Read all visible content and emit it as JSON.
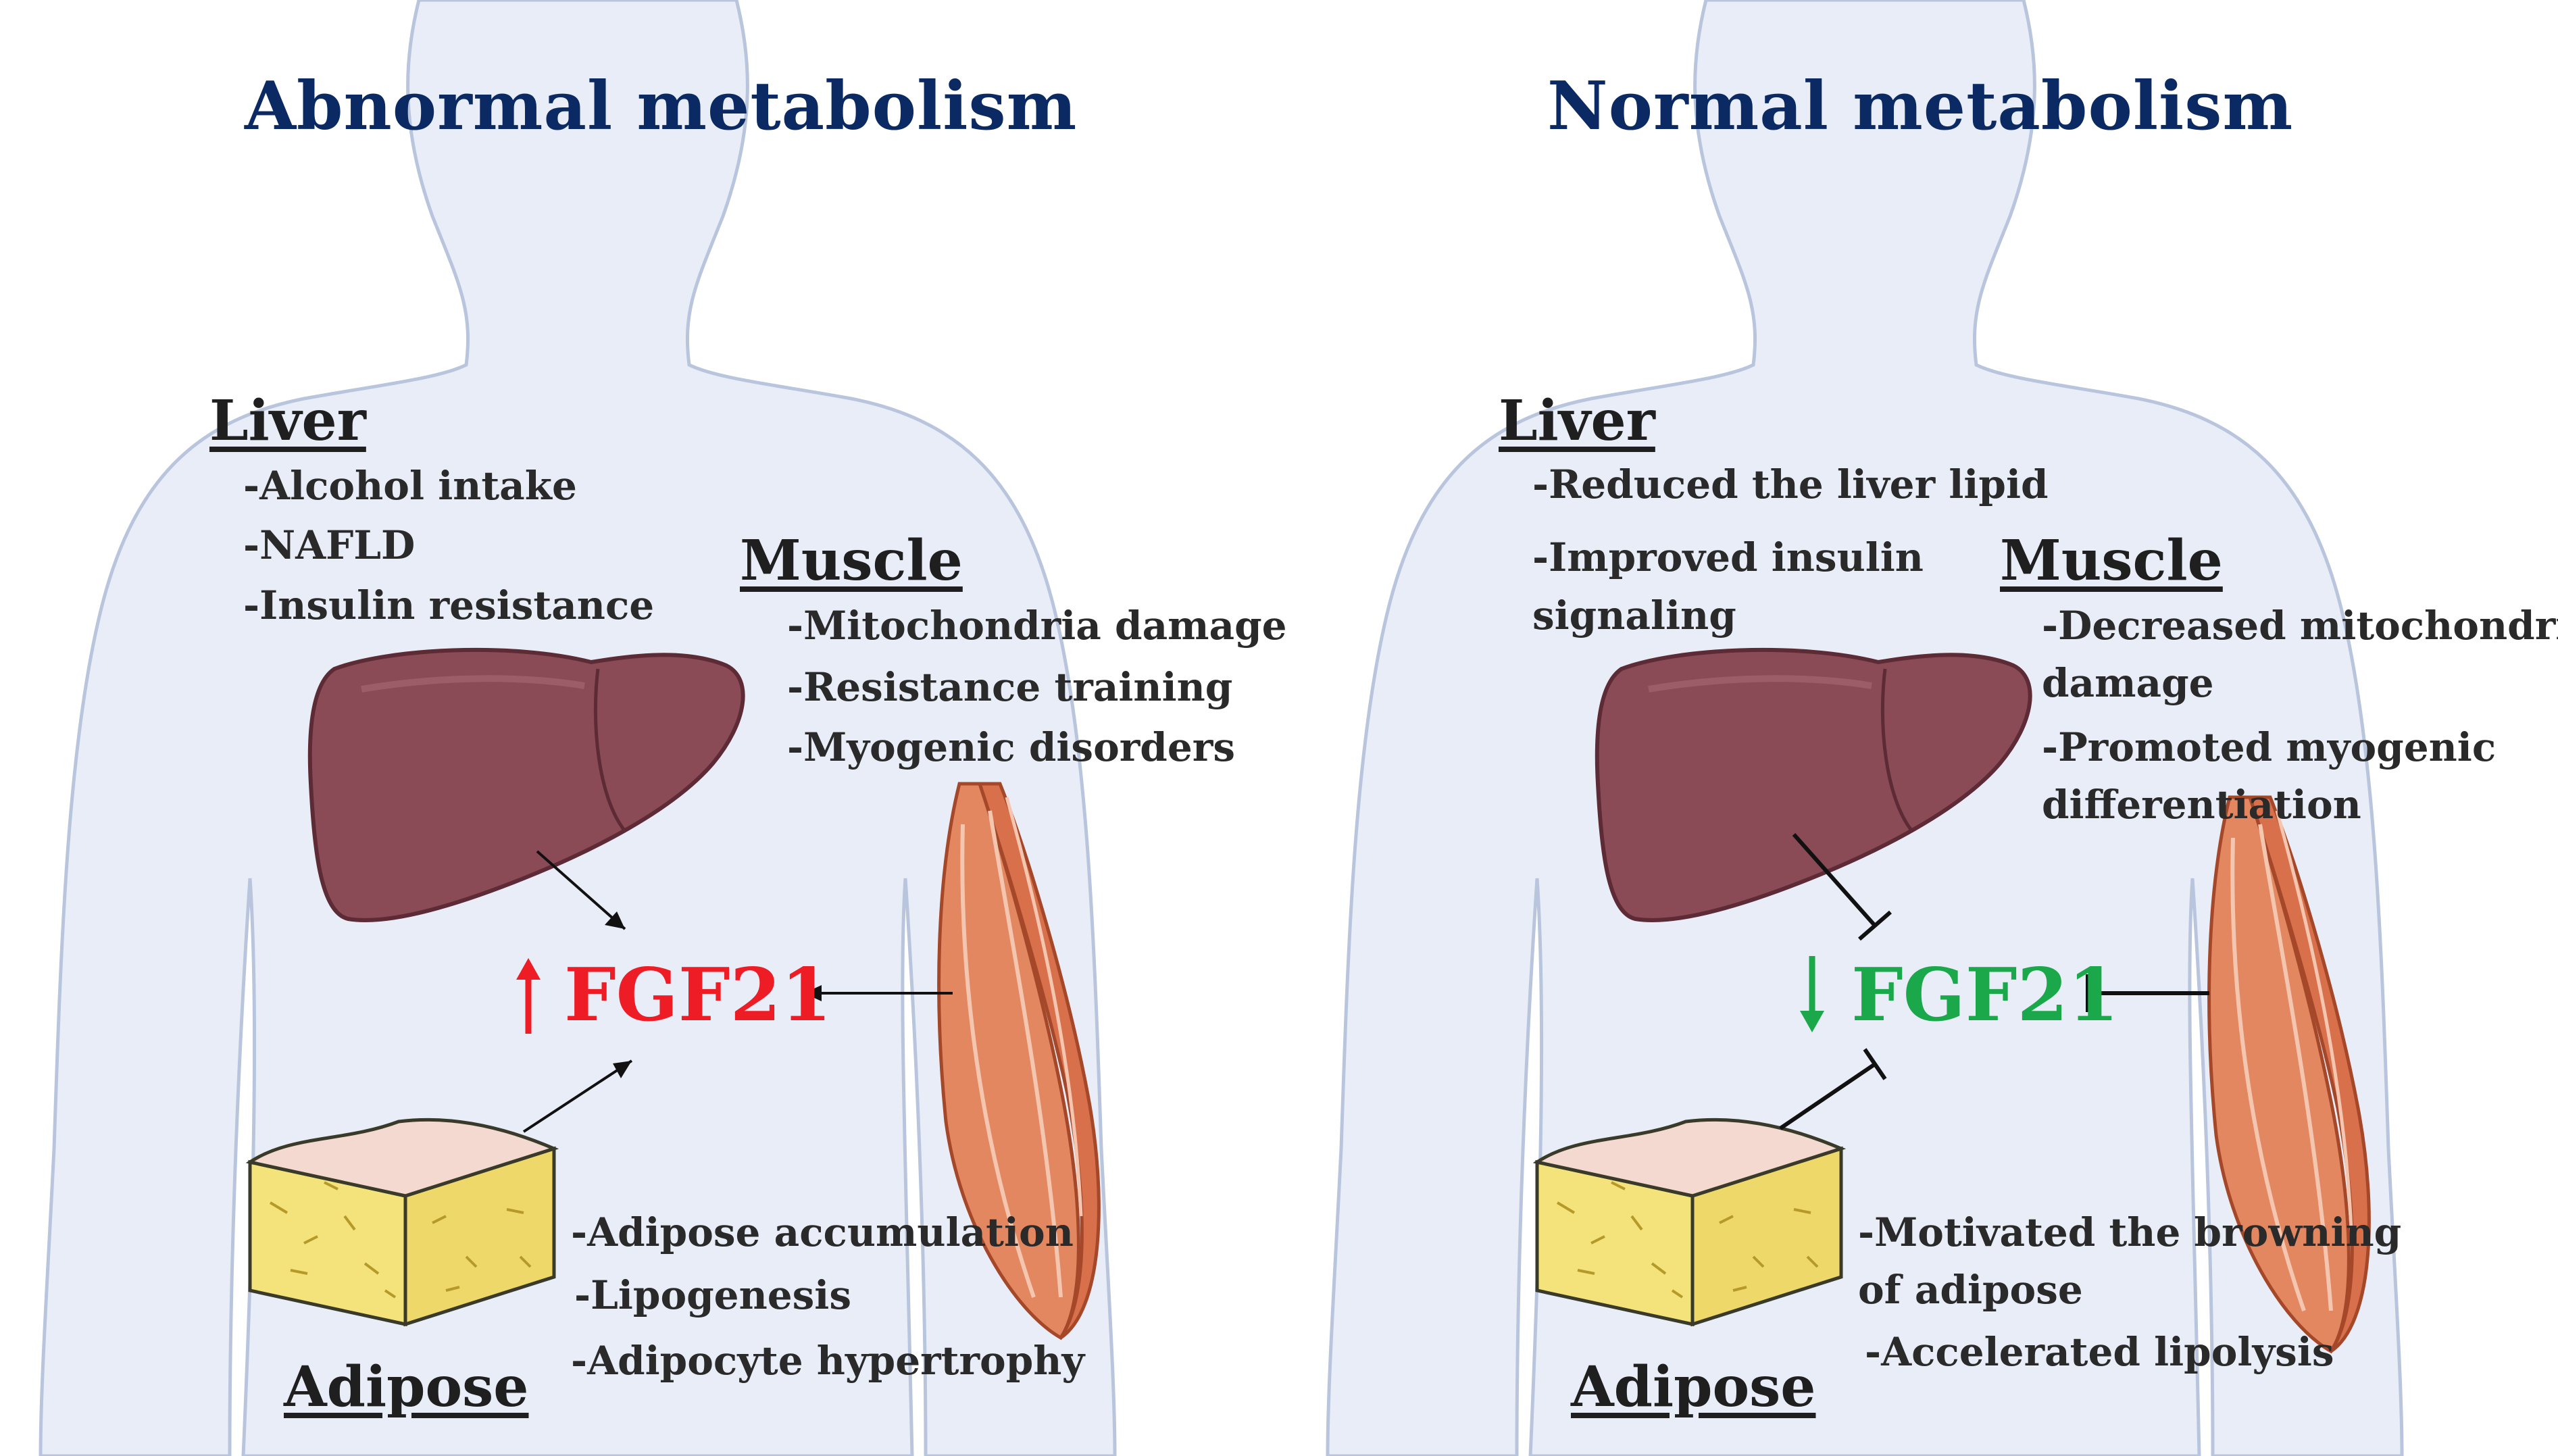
{
  "panels": {
    "abnormal": {
      "title": "Abnormal metabolism",
      "liver": {
        "heading": "Liver",
        "items": [
          "-Alcohol intake",
          "-NAFLD",
          "-Insulin resistance"
        ]
      },
      "muscle": {
        "heading": "Muscle",
        "items": [
          "-Mitochondria damage",
          "-Resistance training",
          "-Myogenic disorders"
        ]
      },
      "adipose": {
        "heading": "Adipose",
        "items": [
          "-Adipose accumulation",
          "-Lipogenesis",
          "-Adipocyte hypertrophy"
        ]
      },
      "fgf": {
        "label": "FGF21",
        "direction": "up",
        "color": "#ee1c25"
      }
    },
    "normal": {
      "title": "Normal metabolism",
      "liver": {
        "heading": "Liver",
        "items": [
          "-Reduced the liver lipid",
          "-Improved insulin",
          "signaling"
        ]
      },
      "muscle": {
        "heading": "Muscle",
        "items": [
          "-Decreased mitochondria",
          "damage",
          "-Promoted myogenic",
          "differentiation"
        ]
      },
      "adipose": {
        "heading": "Adipose",
        "items": [
          "-Motivated the browning",
          "of adipose",
          "-Accelerated lipolysis"
        ]
      },
      "fgf": {
        "label": "FGF21",
        "direction": "down",
        "color": "#1aa84a"
      }
    }
  },
  "colors": {
    "body_fill": "#e9edf7",
    "body_outline": "#b9c5dd",
    "liver": "#8a4a56",
    "muscle": "#e2875f",
    "fat": "#f4e27a",
    "fat_top": "#f3d9cf"
  }
}
